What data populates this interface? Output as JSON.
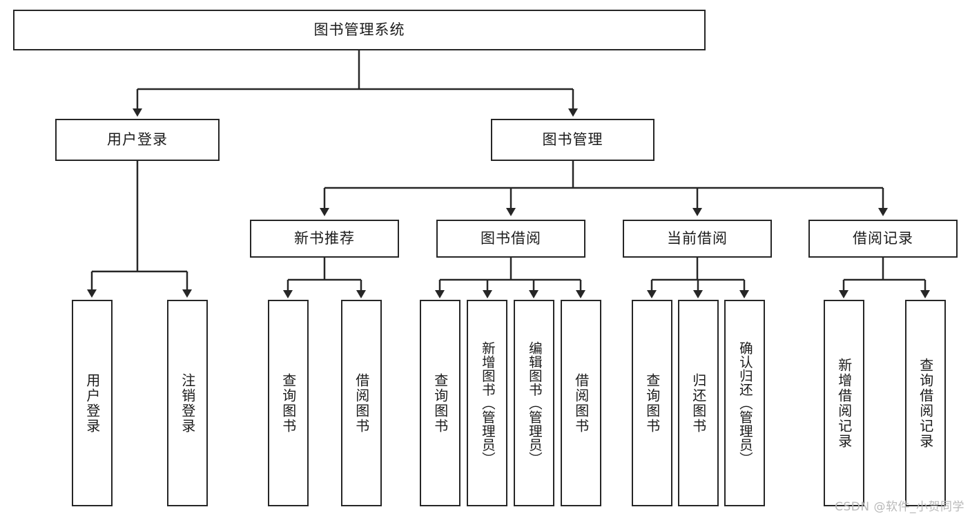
{
  "diagram": {
    "type": "tree",
    "title": "图书管理系统",
    "root": {
      "id": "root",
      "label": "图书管理系统"
    },
    "level2": [
      {
        "id": "user-login",
        "label": "用户登录"
      },
      {
        "id": "book-manage",
        "label": "图书管理"
      }
    ],
    "level3": [
      {
        "id": "new-book-recommend",
        "label": "新书推荐"
      },
      {
        "id": "book-borrow",
        "label": "图书借阅"
      },
      {
        "id": "current-borrow",
        "label": "当前借阅"
      },
      {
        "id": "borrow-record",
        "label": "借阅记录"
      }
    ],
    "leaves": {
      "user_login": [
        {
          "id": "leaf-user-login",
          "label": "用户登录"
        },
        {
          "id": "leaf-logout-login",
          "label": "注销登录"
        }
      ],
      "new_book_recommend": [
        {
          "id": "leaf-query-book-1",
          "label": "查询图书"
        },
        {
          "id": "leaf-borrow-book-1",
          "label": "借阅图书"
        }
      ],
      "book_borrow": [
        {
          "id": "leaf-query-book-2",
          "label": "查询图书"
        },
        {
          "id": "leaf-add-book",
          "label": "新增图书（管理员）"
        },
        {
          "id": "leaf-edit-book",
          "label": "编辑图书（管理员）"
        },
        {
          "id": "leaf-borrow-book-2",
          "label": "借阅图书"
        }
      ],
      "current_borrow": [
        {
          "id": "leaf-query-book-3",
          "label": "查询图书"
        },
        {
          "id": "leaf-return-book",
          "label": "归还图书"
        },
        {
          "id": "leaf-confirm-return",
          "label": "确认归还（管理员）"
        }
      ],
      "borrow_record": [
        {
          "id": "leaf-add-record",
          "label": "新增借阅记录"
        },
        {
          "id": "leaf-query-record",
          "label": "查询借阅记录"
        }
      ]
    }
  },
  "watermark": {
    "text": "CSDN @软件_小贺同学"
  },
  "colors": {
    "stroke": "#262626",
    "fill": "#ffffff",
    "text": "#1b1b1b",
    "watermark": "#b9b9b9"
  }
}
